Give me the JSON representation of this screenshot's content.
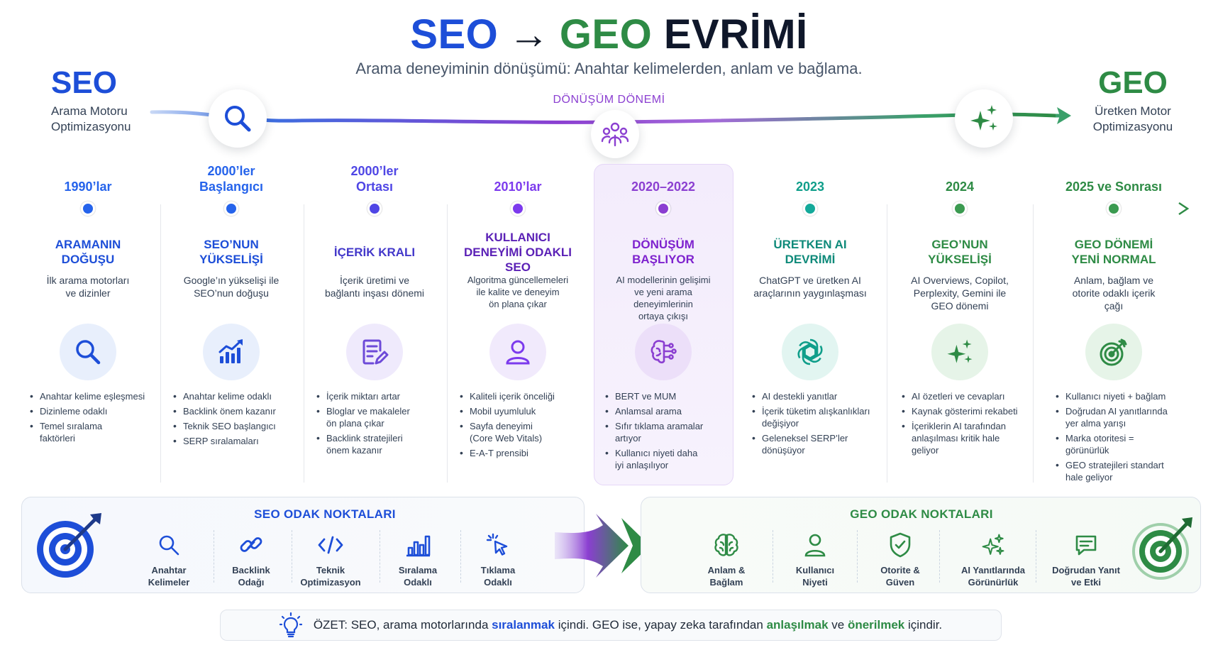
{
  "title": {
    "seo": "SEO",
    "arrow": "→",
    "geo": "GEO",
    "rest": "EVRİMİ"
  },
  "subtitle": "Arama deneyiminin dönüşümü: Anahtar kelimelerden, anlam ve bağlama.",
  "seo_brand": {
    "name": "SEO",
    "line1": "Arama Motoru",
    "line2": "Optimizasyonu"
  },
  "geo_brand": {
    "name": "GEO",
    "line1": "Üretken Motor",
    "line2": "Optimizasyonu"
  },
  "transition_label": "DÖNÜŞÜM DÖNEMİ",
  "timeline": [
    {
      "year": "1990’lar",
      "heading": "ARAMANIN\nDOĞUŞU",
      "desc": "İlk arama motorları\nve dizinler",
      "color": "#2563eb",
      "icon": "search-icon",
      "bullets": [
        "Anahtar kelime eşleşmesi",
        "Dizinleme odaklı",
        "Temel sıralama\nfaktörleri"
      ]
    },
    {
      "year": "2000’ler\nBaşlangıcı",
      "heading": "SEO’NUN\nYÜKSELİŞİ",
      "desc": "Google’ın yükselişi ile\nSEO’nun doğuşu",
      "color": "#2563eb",
      "icon": "growth-chart-icon",
      "bullets": [
        "Anahtar kelime odaklı",
        "Backlink önem kazanır",
        "Teknik SEO başlangıcı",
        "SERP sıralamaları"
      ]
    },
    {
      "year": "2000’ler\nOrtası",
      "heading": "İÇERİK KRALI",
      "desc": "İçerik üretimi ve\nbağlantı inşası dönemi",
      "color": "#4f46e5",
      "icon": "document-edit-icon",
      "bullets": [
        "İçerik miktarı artar",
        "Bloglar ve makaleler\nön plana çıkar",
        "Backlink stratejileri\nönem kazanır"
      ]
    },
    {
      "year": "2010’lar",
      "heading": "KULLANICI\nDENEYİMİ ODAKLI\nSEO",
      "desc": "Algoritma güncellemeleri\nile kalite ve deneyim\nön plana çıkar",
      "color": "#7c3aed",
      "icon": "user-icon",
      "bullets": [
        "Kaliteli içerik önceliği",
        "Mobil uyumluluk",
        "Sayfa deneyimi\n(Core Web Vitals)",
        "E-A-T prensibi"
      ]
    },
    {
      "year": "2020–2022",
      "heading": "DÖNÜŞÜM\nBAŞLIYOR",
      "desc": "AI modellerinin gelişimi\nve yeni arama\ndeneyimlerinin\nortaya çıkışı",
      "color": "#8b3fd1",
      "icon": "ai-brain-icon",
      "bullets": [
        "BERT ve MUM",
        "Anlamsal arama",
        "Sıfır tıklama aramalar\nartıyor",
        "Kullanıcı niyeti daha\niyi anlaşılıyor"
      ]
    },
    {
      "year": "2023",
      "heading": "ÜRETKEN AI\nDEVRİMİ",
      "desc": "ChatGPT ve üretken AI\naraçlarının yaygınlaşması",
      "color": "#0f9e8a",
      "icon": "openai-icon",
      "bullets": [
        "AI destekli yanıtlar",
        "İçerik tüketim alışkanlıkları\ndeğişiyor",
        "Geleneksel SERP’ler\ndönüşüyor"
      ]
    },
    {
      "year": "2024",
      "heading": "GEO’NUN\nYÜKSELİŞİ",
      "desc": "AI Overviews, Copilot,\nPerplexity, Gemini ile\nGEO dönemi",
      "color": "#2e8b45",
      "icon": "sparkles-icon",
      "bullets": [
        "AI özetleri ve cevapları",
        "Kaynak gösterimi rekabeti",
        "İçeriklerin AI tarafından\nanlaşılması kritik hale\ngeliyor"
      ]
    },
    {
      "year": "2025 ve Sonrası",
      "heading": "GEO DÖNEMİ\nYENİ NORMAL",
      "desc": "Anlam, bağlam ve\notorite odaklı içerik\nçağı",
      "color": "#2e8b45",
      "icon": "target-icon",
      "bullets": [
        "Kullanıcı niyeti + bağlam",
        "Doğrudan AI yanıtlarında\nyer alma yarışı",
        "Marka otoritesi =\ngörünürlük",
        "GEO stratejileri standart\nhale geliyor"
      ]
    }
  ],
  "seo_focus": {
    "title": "SEO ODAK NOKTALARI",
    "items": [
      {
        "label": "Anahtar\nKelimeler",
        "icon": "search-icon"
      },
      {
        "label": "Backlink\nOdağı",
        "icon": "link-icon"
      },
      {
        "label": "Teknik\nOptimizasyon",
        "icon": "code-icon"
      },
      {
        "label": "Sıralama\nOdaklı",
        "icon": "bar-chart-icon"
      },
      {
        "label": "Tıklama\nOdaklı",
        "icon": "cursor-click-icon"
      }
    ]
  },
  "geo_focus": {
    "title": "GEO ODAK NOKTALARI",
    "items": [
      {
        "label": "Anlam &\nBağlam",
        "icon": "brain-icon"
      },
      {
        "label": "Kullanıcı\nNiyeti",
        "icon": "user-icon"
      },
      {
        "label": "Otorite &\nGüven",
        "icon": "shield-check-icon"
      },
      {
        "label": "AI Yanıtlarında\nGörünürlük",
        "icon": "sparkles-icon"
      },
      {
        "label": "Doğrudan Yanıt\nve Etki",
        "icon": "chat-icon"
      }
    ]
  },
  "summary": {
    "part1": "ÖZET: SEO, arama motorlarında ",
    "bold1": "sıralanmak",
    "part2": " içindi. GEO ise, yapay zeka tarafından ",
    "bold2": "anlaşılmak",
    "part3": " ve ",
    "bold3": "önerilmek",
    "part4": " içindir."
  },
  "colors": {
    "seo_blue": "#1d4ed8",
    "transition_purple": "#8b3fd1",
    "geo_green": "#2e8b45"
  }
}
